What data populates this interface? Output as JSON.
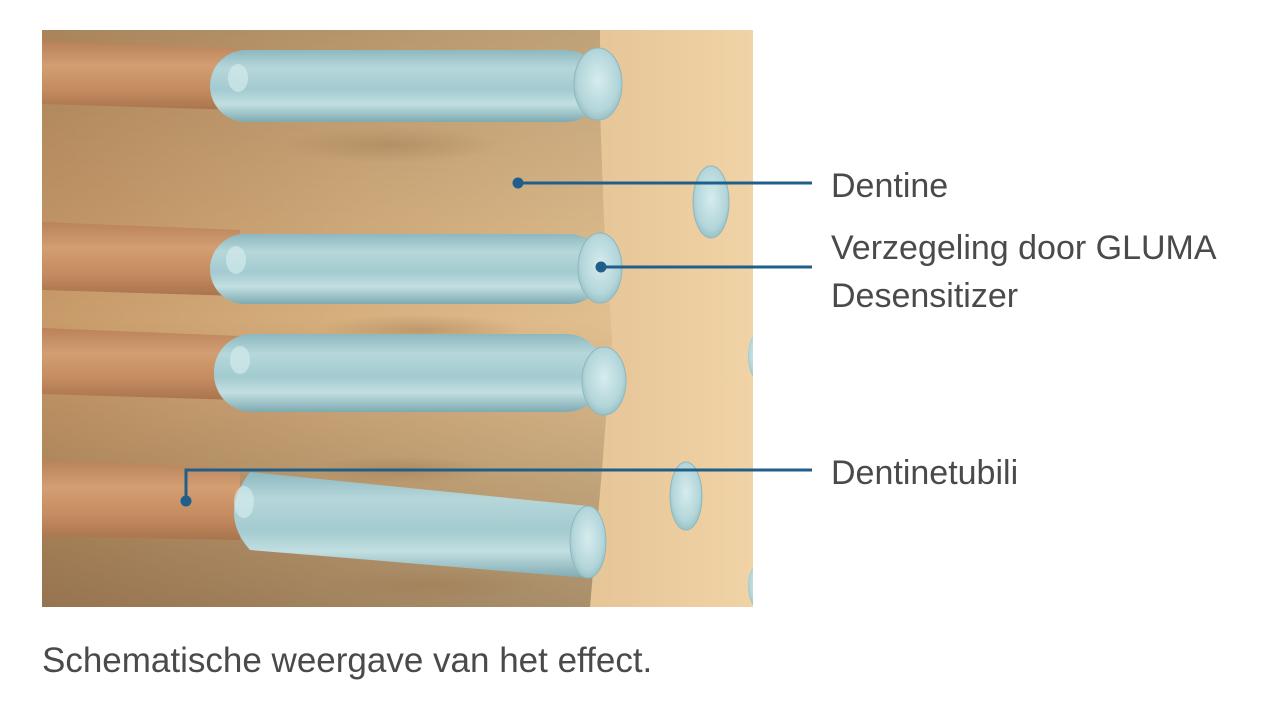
{
  "labels": {
    "dentine": "Dentine",
    "seal_line1": "Verzegeling door GLUMA",
    "seal_line2": "Desensitizer",
    "tubuli": "Dentinetubili"
  },
  "caption": "Schematische weergave van het effect.",
  "colors": {
    "dentine": "#d9b383",
    "tubule_channel": "#c99466",
    "plug": "#a9cdd1",
    "leader_line": "#1f5f8a",
    "text": "#4a4a4a",
    "background": "#ffffff"
  }
}
